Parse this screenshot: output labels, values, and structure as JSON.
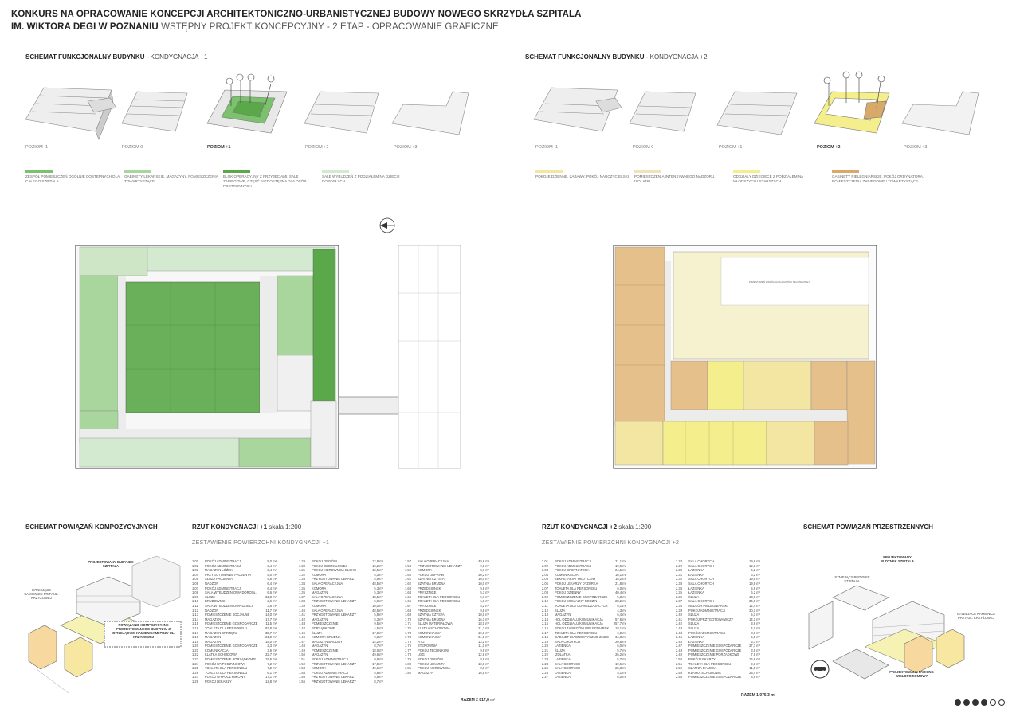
{
  "header": {
    "title_line1": "KONKURS NA OPRACOWANIE KONCEPCJI ARCHITEKTONICZNO-URBANISTYCZNEJ BUDOWY NOWEGO SKRZYDŁA SZPITALA",
    "title_line2_bold": "IM. WIKTORA DEGI W POZNANIU",
    "title_line2_light": "WSTĘPNY PROJEKT KONCEPCYJNY - 2 ETAP - OPRACOWANIE GRAFICZNE"
  },
  "left_schema": {
    "title_bold": "SCHEMAT FUNKCJONALNY BUDYNKU",
    "title_light": "- KONDYGNACJA +1",
    "levels": [
      "POZIOM -1",
      "POZIOM 0",
      "POZIOM +1",
      "POZIOM +2",
      "POZIOM +3"
    ],
    "legend": [
      {
        "text": "ZESPÓŁ POMIESZCZEŃ OGÓLNIE DOSTĘPNYCH DLA CAŁEGO SZPITALA",
        "color": "#7cc26e"
      },
      {
        "text": "GABINETY LEKARSKIE, MAGAZYNY, POMIESZCZENIA TOWARZYSZĄCE",
        "color": "#a9d69c"
      },
      {
        "text": "BLOK OPERACYJNY Z PRZYJĘCIAMI, SALE ZABIEGOWE, CZĘŚĆ NIEDOSTĘPNA DLA OSÓB POSTRONNYCH",
        "color": "#5aa84a"
      },
      {
        "text": "SALE WYBUDZEŃ Z PODZIAŁEM NA DZIECI I DOROSŁYCH",
        "color": "#d4ead0"
      }
    ]
  },
  "right_schema": {
    "title_bold": "SCHEMAT FUNKCJONALNY BUDYNKU",
    "title_light": "- KONDYGNACJA +2",
    "levels": [
      "POZIOM -1",
      "POZIOM 0",
      "POZIOM +1",
      "POZIOM +2",
      "POZIOM +3"
    ],
    "legend": [
      {
        "text": "POKOJE DZIENNE, ZABAWY, POKÓJ NAUCZYCIELSKI",
        "color": "#f3e6a2"
      },
      {
        "text": "POMIESZCZENIA INTENSYWNEGO NADZORU, IZOLATKI",
        "color": "#f0e3b9"
      },
      {
        "text": "ODDZIAŁY DZIECIĘCE Z PODZIAŁEM NA MŁODSZYCH I STARSZYCH",
        "color": "#f5ee8c"
      },
      {
        "text": "GABINETY PIELĘGNIARSKIE, POKÓJ ORDYNATORA, POMIESZCZENIA ZABIEGOWE I TOWARZYSZĄCE",
        "color": "#d9a96a"
      }
    ]
  },
  "bottom": {
    "left_title": "SCHEMAT POWIĄZAŃ KOMPOZYCYJNYCH",
    "right_title": "SCHEMAT POWIĄZAŃ PRZESTRZENNYCH",
    "rzut1_bold": "RZUT KONDYGNACJI +1",
    "rzut1_light": "skala 1:200",
    "rzut2_bold": "RZUT KONDYGNACJI +2",
    "rzut2_light": "skala 1:200",
    "zest1": "ZESTAWIENIE POWIERZCHNI KONDYGNACJI +1",
    "zest2": "ZESTAWIENIE POWIERZCHNI KONDYGNACJI +2",
    "total1": "RAZEM 2 817,8 m²",
    "total2": "RAZEM 1 075,3 m²",
    "left_labels": {
      "projected": "PROJEKTOWANY BUDYNEK SZPITALA",
      "existing": "ISTNIEJĄCE KAMIENICE PRZY UL. KRZYŻOWEJ",
      "box": "POWIĄZANIE KOMPOZYCYJNE PROJEKTOWANEGO BUDYNKU Z ISTNIEJĄCYMI KAMIENICAMI PRZY UL. KRZYŻOWEJ"
    },
    "right_labels": {
      "projected": "PROJEKTOWANY BUDYNEK SZPITALA",
      "existing_hospital": "ISTNIEJĄCY BUDYNEK SZPITALA",
      "existing": "ISTNIEJĄCE KAMIENICE PRZY UL. KRZYŻOWEJ",
      "parking": "PROJEKTOWANY PARKING WIELOPOZIOMOWY"
    }
  },
  "table1": [
    [
      [
        "1.01",
        "POKÓJ ADMINISTRACJI",
        "5,0 m²"
      ],
      [
        "1.02",
        "POKÓJ ADMINISTRACJI",
        "3,4 m²"
      ],
      [
        "1.03",
        "MAGAZYN ŁÓŻEK",
        "3,4 m²"
      ],
      [
        "1.04",
        "PRZYGOTOWANIE PACJENTA",
        "5,0 m²"
      ],
      [
        "1.05",
        "ŚLUZA PACJENTA",
        "5,6 m²"
      ],
      [
        "1.06",
        "NADZÓR",
        "6,4 m²"
      ],
      [
        "1.07",
        "POKÓJ ADMINISTRACJI",
        "6,4 m²"
      ],
      [
        "1.08",
        "SALA WYBUDZENIOWA DOROSŁ.",
        "6,6 m²"
      ],
      [
        "1.09",
        "ŚLUZA",
        "31,0 m²"
      ],
      [
        "1.10",
        "BRUDOWNIK",
        "3,6 m²"
      ],
      [
        "1.11",
        "SALA WYBUDZENIOWA DZIECI",
        "3,6 m²"
      ],
      [
        "1.12",
        "NADZÓR",
        "11,7 m²"
      ],
      [
        "1.13",
        "POMIESZCZENIE SOCJALNE",
        "14,0 m²"
      ],
      [
        "1.14",
        "MAGAZYN",
        "17,7 m²"
      ],
      [
        "1.15",
        "POMIESZCZENIE GOSPODARCZE",
        "11,5 m²"
      ],
      [
        "1.16",
        "TOALETA DLA PERSONELU",
        "82,8 m²"
      ],
      [
        "1.17",
        "MAGAZYN SPRZĘTU",
        "35,7 m²"
      ],
      [
        "1.18",
        "MAGAZYN",
        "21,0 m²"
      ],
      [
        "1.19",
        "MAGAZYN",
        "15,0 m²"
      ],
      [
        "1.20",
        "POMIESZCZENIE GOSPODARCZE",
        "2,3 m²"
      ],
      [
        "1.21",
        "KOMUNIKACJA",
        "3,6 m²"
      ],
      [
        "1.22",
        "KLATKA SCHODOWA",
        "22,7 m²"
      ],
      [
        "1.23",
        "POMIESZCZENIE PORZĄDKOWE",
        "15,6 m²"
      ],
      [
        "1.24",
        "POKÓJ WYPOCZYNKOWY",
        "7,2 m²"
      ],
      [
        "1.25",
        "TOALETA DLA PERSONELU",
        "7,2 m²"
      ],
      [
        "1.26",
        "TOALETA DLA PERSONELU",
        "6,1 m²"
      ],
      [
        "1.27",
        "POKÓJ WYPOCZYNKOWY",
        "17,1 m²"
      ],
      [
        "1.28",
        "POKÓJ LEKARZY",
        "14,8 m²"
      ]
    ],
    [
      [
        "1.29",
        "POKÓJ OPISÓW",
        "12,8 m²"
      ],
      [
        "1.30",
        "POKÓJ ODDZIAŁOWEJ",
        "10,2 m²"
      ],
      [
        "1.31",
        "POKÓJ KIEROWNIKA BLOKU",
        "10,5 m²"
      ],
      [
        "1.32",
        "KOMORA",
        "5,3 m²"
      ],
      [
        "1.33",
        "PRZYGOTOWANIE LEKARZY",
        "5,9 m²"
      ],
      [
        "1.34",
        "SALA OPERACYJNA",
        "48,5 m²"
      ],
      [
        "1.35",
        "KOMORA",
        "5,3 m²"
      ],
      [
        "1.36",
        "MAGAZYN",
        "5,3 m²"
      ],
      [
        "1.37",
        "SALA OPERACYJNA",
        "48,5 m²"
      ],
      [
        "1.38",
        "PRZYGOTOWANIE LEKARZY",
        "5,9 m²"
      ],
      [
        "1.39",
        "KOMORA",
        "10,0 m²"
      ],
      [
        "1.40",
        "SALA OPERACYJNA",
        "48,5 m²"
      ],
      [
        "1.41",
        "PRZYGOTOWANIE LEKARZY",
        "5,9 m²"
      ],
      [
        "1.42",
        "MAGAZYN",
        "5,3 m²"
      ],
      [
        "1.43",
        "POMIESZCZENIE",
        "9,5 m²"
      ],
      [
        "1.44",
        "PORZĄDKOWE",
        "4,5 m²"
      ],
      [
        "1.45",
        "ŚLUZA",
        "17,0 m²"
      ],
      [
        "1.46",
        "KOMORA BRUDNA",
        "9,3 m²"
      ],
      [
        "1.47",
        "MAGAZYN BRUDNY",
        "14,2 m²"
      ],
      [
        "1.48",
        "MAGAZYN",
        "8,7 m²"
      ],
      [
        "1.49",
        "POMIESZCZENIE",
        "18,0 m²"
      ],
      [
        "1.50",
        "MAGAZYN",
        "49,6 m²"
      ],
      [
        "1.51",
        "POKÓJ ADMINISTRACJI",
        "9,8 m²"
      ],
      [
        "1.52",
        "PRZYGOTOWANIE LEKARZY",
        "17,0 m²"
      ],
      [
        "1.53",
        "KOMORA",
        "49,6 m²"
      ],
      [
        "1.54",
        "POKÓJ ADMINISTRACJI",
        "8,8 m²"
      ],
      [
        "1.55",
        "PRZYGOTOWANIE LEKARZY",
        "5,9 m²"
      ],
      [
        "1.56",
        "PRZYGOTOWANIE LEKARZY",
        "8,7 m²"
      ]
    ],
    [
      [
        "1.57",
        "SALA OPERACYJNA",
        "49,6 m²"
      ],
      [
        "1.58",
        "PRZYGOTOWANIE LEKARZY",
        "9,8 m²"
      ],
      [
        "1.59",
        "KOMORA",
        "8,7 m²"
      ],
      [
        "1.60",
        "POKÓJ ODPRAW",
        "30,2 m²"
      ],
      [
        "1.61",
        "SZATNIA CZYSTA",
        "10,0 m²"
      ],
      [
        "1.62",
        "SZATNIA BRUDNA",
        "10,0 m²"
      ],
      [
        "1.63",
        "PRZEDSIONEK",
        "9,8 m²"
      ],
      [
        "1.64",
        "PRYSZNICE",
        "5,3 m²"
      ],
      [
        "1.65",
        "TOALETA DLA PERSONELU",
        "5,7 m²"
      ],
      [
        "1.66",
        "TOALETA DLA PERSONELU",
        "6,6 m²"
      ],
      [
        "1.67",
        "PRYSZNICE",
        "5,2 m²"
      ],
      [
        "1.68",
        "PRZEDSIONEK",
        "9,8 m²"
      ],
      [
        "1.69",
        "SZATNIA CZYSTA",
        "10,0 m²"
      ],
      [
        "1.70",
        "SZATNIA BRUDNA",
        "16,1 m²"
      ],
      [
        "1.71",
        "ŚLUZA MATERIAŁOWA",
        "18,0 m²"
      ],
      [
        "1.72",
        "KLATKA SCHODOWA",
        "21,3 m²"
      ],
      [
        "1.73",
        "KOMUNIKACJA",
        "19,6 m²"
      ],
      [
        "1.74",
        "KOMUNIKACJA",
        "61,0 m²"
      ],
      [
        "1.75",
        "RTG",
        "13,2 m²"
      ],
      [
        "1.76",
        "STEROWNIA",
        "11,0 m²"
      ],
      [
        "1.77",
        "POKÓJ TECHNIKÓW",
        "9,9 m²"
      ],
      [
        "1.78",
        "USG",
        "12,6 m²"
      ],
      [
        "1.79",
        "POKÓJ OPISÓW",
        "8,8 m²"
      ],
      [
        "1.80",
        "POKÓJ LEKARZY",
        "10,9 m²"
      ],
      [
        "1.81",
        "POKÓJ KIEROWNIKA",
        "8,8 m²"
      ],
      [
        "1.82",
        "MAGAZYN",
        "16,9 m²"
      ]
    ]
  ],
  "table2": [
    [
      [
        "2.01",
        "POKÓJ ADMINISTRACJI",
        "21,1 m²"
      ],
      [
        "2.02",
        "POKÓJ ADMINISTRACJI",
        "19,0 m²"
      ],
      [
        "2.03",
        "POKÓJ ORDYNATORA",
        "24,5 m²"
      ],
      [
        "2.04",
        "KOMUNIKACJA",
        "16,1 m²"
      ],
      [
        "2.05",
        "SEKRETARIAT MEDYCZNY",
        "18,2 m²"
      ],
      [
        "2.06",
        "POKÓJ LEKARZY DYŻURKA",
        "21,8 m²"
      ],
      [
        "2.07",
        "TOALETA DLA PERSONELU",
        "6,0 m²"
      ],
      [
        "2.08",
        "POKÓJ DZIENNY",
        "40,4 m²"
      ],
      [
        "2.09",
        "POMIESZCZENIE GOSPODARCZE",
        "5,3 m²"
      ],
      [
        "2.10",
        "POKÓJ SOCJALNY RODZIN",
        "28,2 m²"
      ],
      [
        "2.11",
        "TOALETA DLA ODWIEDZAJĄCYCH",
        "6,1 m²"
      ],
      [
        "2.12",
        "ŚLUZA",
        "4,3 m²"
      ],
      [
        "2.13",
        "MAGAZYN",
        "6,4 m²"
      ],
      [
        "2.14",
        "HOL ODDZIAŁU/KOMUNIKACJA",
        "57,6 m²"
      ],
      [
        "2.15",
        "HOL ODDZIAŁU/KOMUNIKACJA",
        "257,7 m²"
      ],
      [
        "2.16",
        "POKÓJ ZABIEGÓW PIELĘGNIARSKICH",
        "18,1 m²"
      ],
      [
        "2.17",
        "TOALETA DLA PERSONELU",
        "6,0 m²"
      ],
      [
        "2.18",
        "GABINET DIAGNOSTYCZNO-ZABIEGOWY",
        "34,3 m²"
      ],
      [
        "2.19",
        "SALA CHORYCH",
        "20,8 m²"
      ],
      [
        "2.20",
        "ŁAZIENKA",
        "6,0 m²"
      ],
      [
        "2.21",
        "ŚLUZA",
        "5,7 m²"
      ],
      [
        "2.22",
        "IZOLATKA",
        "26,2 m²"
      ],
      [
        "2.23",
        "ŁAZIENKA",
        "5,7 m²"
      ],
      [
        "2.24",
        "SALA CHORYCH",
        "19,6 m²"
      ],
      [
        "2.25",
        "SALA CHORYCH",
        "20,3 m²"
      ],
      [
        "2.26",
        "ŁAZIENKA",
        "5,1 m²"
      ],
      [
        "2.27",
        "ŁAZIENKA",
        "6,0 m²"
      ]
    ],
    [
      [
        "2.28",
        "SALA CHORYCH",
        "19,6 m²"
      ],
      [
        "2.29",
        "SALA CHORYCH",
        "19,6 m²"
      ],
      [
        "2.30",
        "ŁAZIENKA",
        "6,2 m²"
      ],
      [
        "2.31",
        "ŁAZIENKA",
        "6,2 m²"
      ],
      [
        "2.32",
        "SALA CHORYCH",
        "19,6 m²"
      ],
      [
        "2.33",
        "SALA CHORYCH",
        "19,6 m²"
      ],
      [
        "2.34",
        "ŁAZIENKA",
        "5,9 m²"
      ],
      [
        "2.35",
        "ŁAZIENKA",
        "6,2 m²"
      ],
      [
        "2.36",
        "ŚLUZA",
        "13,6 m²"
      ],
      [
        "2.37",
        "SALA CHORYCH",
        "34,6 m²"
      ],
      [
        "2.38",
        "NADZÓR PIELĘGNIARSKI",
        "12,4 m²"
      ],
      [
        "2.39",
        "POKÓJ ADMINISTRACJI",
        "30,1 m²"
      ],
      [
        "2.40",
        "ŚLUZA",
        "5,1 m²"
      ],
      [
        "2.41",
        "POKÓJ PRZYGOTOWAWCZY",
        "14,1 m²"
      ],
      [
        "2.42",
        "ŚLUZA",
        "3,9 m²"
      ],
      [
        "2.43",
        "ŚLUZA",
        "4,0 m²"
      ],
      [
        "2.44",
        "POKÓJ ADMINISTRACJI",
        "8,9 m²"
      ],
      [
        "2.45",
        "ŁAZIENKA",
        "5,5 m²"
      ],
      [
        "2.46",
        "ŁAZIENKA",
        "5,7 m²"
      ],
      [
        "2.47",
        "POMIESZCZENIE GOSPODARCZE",
        "27,7 m²"
      ],
      [
        "2.48",
        "POMIESZCZENIE GOSPODARCZE",
        "3,9 m²"
      ],
      [
        "2.49",
        "POMIESZCZENIE PORZĄDKOWE",
        "7,9 m²"
      ],
      [
        "2.50",
        "POKÓJ LEKARZY",
        "16,8 m²"
      ],
      [
        "2.51",
        "TOALETA DLA PERSONELU",
        "9,8 m²"
      ],
      [
        "2.52",
        "SZATNIA DAMSKA",
        "11,5 m²"
      ],
      [
        "2.53",
        "KLATKA SCHODOWA",
        "25,4 m²"
      ],
      [
        "2.54",
        "POMIESZCZENIE GOSPODARCZE",
        "8,9 m²"
      ]
    ]
  ],
  "pagination": {
    "filled": 4,
    "total": 6
  },
  "plan_texts": {
    "terrace": "PRZESTRZEŃ WSPÓLNA DLA CZĘŚCI TECHNICZNEJ"
  }
}
